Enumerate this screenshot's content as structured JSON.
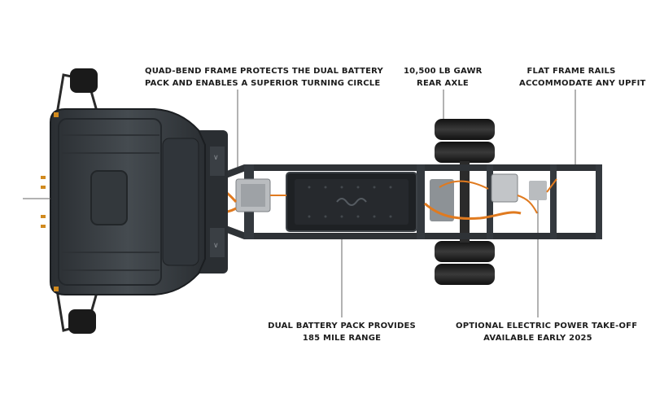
{
  "callouts": {
    "quad_bend": {
      "line1": "QUAD-BEND FRAME PROTECTS THE DUAL BATTERY",
      "line2": "PACK AND ENABLES A SUPERIOR TURNING CIRCLE"
    },
    "gawr": {
      "line1": "10,500 LB GAWR",
      "line2": "REAR AXLE"
    },
    "flat_rails": {
      "line1": "FLAT FRAME RAILS",
      "line2": "ACCOMMODATE ANY UPFIT"
    },
    "battery": {
      "line1": "DUAL BATTERY PACK PROVIDES",
      "line2": "185 MILE RANGE"
    },
    "pto": {
      "line1": "OPTIONAL ELECTRIC POWER TAKE-OFF",
      "line2": "AVAILABLE EARLY 2025"
    }
  },
  "colors": {
    "cab": "#3a3f44",
    "cab_dark": "#25292d",
    "frame": "#2e3236",
    "battery": "#1e2124",
    "wiring": "#e07a1f",
    "component": "#b9bcbf",
    "tire": "#222222",
    "leader": "#555555"
  }
}
